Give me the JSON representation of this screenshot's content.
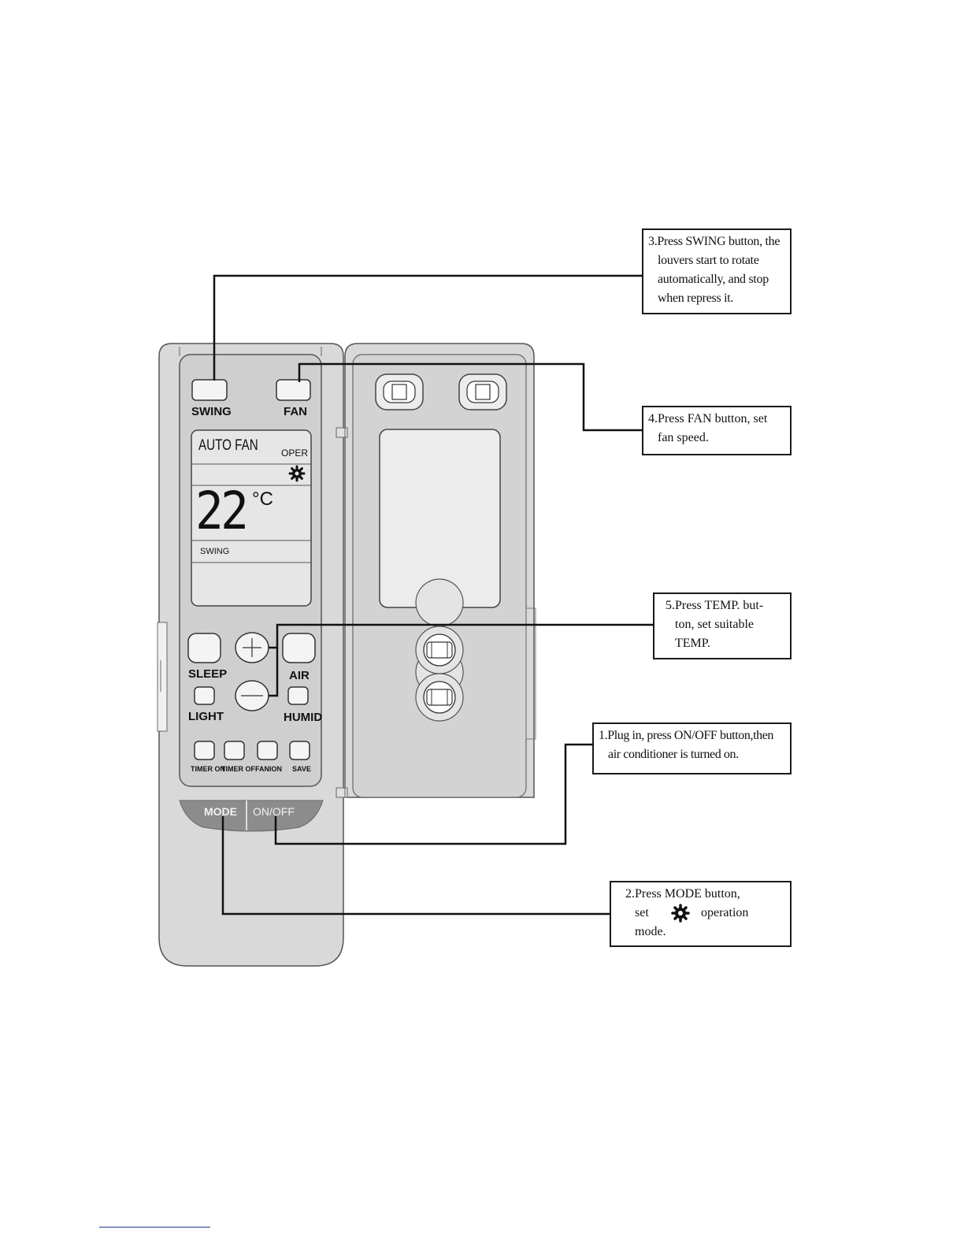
{
  "remote": {
    "buttons": {
      "swing": "SWING",
      "fan": "FAN",
      "sleep": "SLEEP",
      "air": "AIR",
      "light": "LIGHT",
      "humid": "HUMID",
      "timer_on": "TIMER ON",
      "timer_off": "TIMER OFF",
      "anion": "ANION",
      "save": "SAVE",
      "mode": "MODE",
      "on_off": "ON/OFF"
    },
    "lcd": {
      "auto_fan": "AUTO FAN",
      "oper": "OPER",
      "temperature": "22",
      "unit": "°C",
      "swing": "SWING"
    }
  },
  "callouts": {
    "swing": {
      "line1": "3.Press SWING button, the",
      "line2": "louvers start to rotate",
      "line3": "automatically, and stop",
      "line4": "when repress it."
    },
    "fan": {
      "line1": "4.Press FAN button, set",
      "line2": "fan speed."
    },
    "temp": {
      "line1": "5.Press TEMP. but-",
      "line2": "ton, set suitable",
      "line3": "TEMP."
    },
    "onoff": {
      "line1": "1.Plug in, press ON/OFF button,then",
      "line2": "air conditioner is turned on."
    },
    "mode": {
      "line1a": "2.Press MODE button,",
      "line2a": "set",
      "line2b": "operation",
      "line3": "mode."
    }
  },
  "colors": {
    "body": "#d9d9d9",
    "panel": "#cfcfcf",
    "lcd": "#e6e6e6",
    "mode_bar": "#8c8c8c",
    "outline": "#1a1a1a"
  }
}
